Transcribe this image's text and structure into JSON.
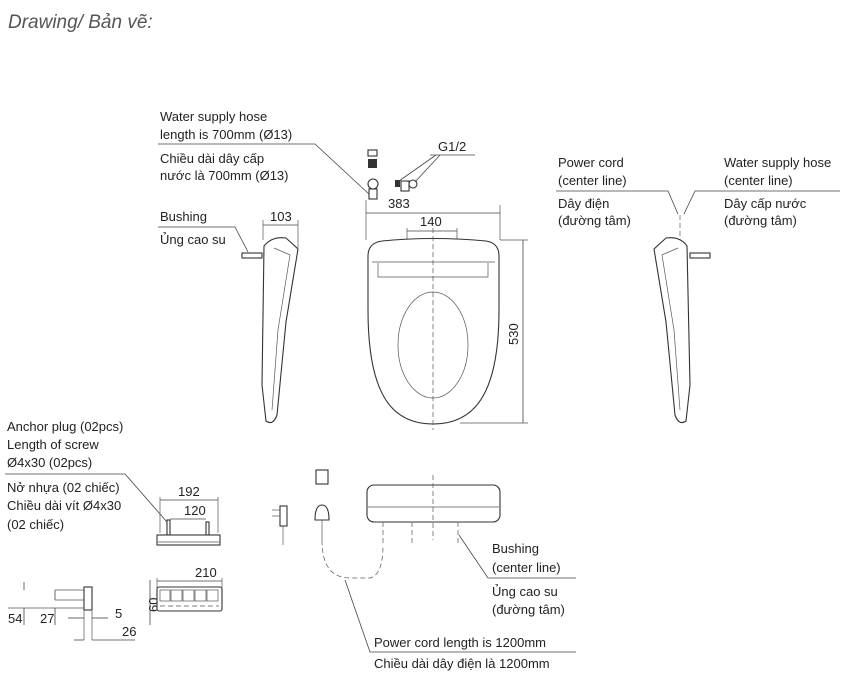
{
  "title": "Drawing/ Bản vẽ:",
  "labels": {
    "water_hose_en_1": "Water supply hose",
    "water_hose_en_2": "length is 700mm (Ø13)",
    "water_hose_vi_1": "Chiều dài dây cấp",
    "water_hose_vi_2": "nước là 700mm (Ø13)",
    "g12": "G1/2",
    "bushing_en": "Bushing",
    "bushing_vi": "Ủng cao su",
    "power_cord_en_1": "Power cord",
    "power_cord_en_2": "(center line)",
    "power_cord_vi_1": "Dây điện",
    "power_cord_vi_2": "(đường tâm)",
    "water_center_en_1": "Water supply hose",
    "water_center_en_2": "(center line)",
    "water_center_vi_1": "Dây cấp nước",
    "water_center_vi_2": "(đường tâm)",
    "anchor_en_1": "Anchor plug (02pcs)",
    "anchor_en_2": "Length of screw",
    "anchor_en_3": "Ø4x30 (02pcs)",
    "anchor_vi_1": "Nở nhựa (02 chiếc)",
    "anchor_vi_2": "Chiều dài vít Ø4x30",
    "anchor_vi_3": "(02 chiếc)",
    "bushing_center_en_1": "Bushing",
    "bushing_center_en_2": "(center line)",
    "bushing_center_vi_1": "Ủng cao su",
    "bushing_center_vi_2": "(đường tâm)",
    "cord_length_en": "Power cord length is 1200mm",
    "cord_length_vi": "Chiều dài dây điện là 1200mm"
  },
  "dimensions": {
    "seat_width": "383",
    "hinge_spacing": "140",
    "seat_length": "530",
    "side_depth": "103",
    "bracket_width": "192",
    "bracket_hole_spacing": "120",
    "remote_width": "210",
    "remote_height": "60",
    "holder_54": "54",
    "holder_27": "27",
    "holder_5": "5",
    "holder_26": "26"
  }
}
